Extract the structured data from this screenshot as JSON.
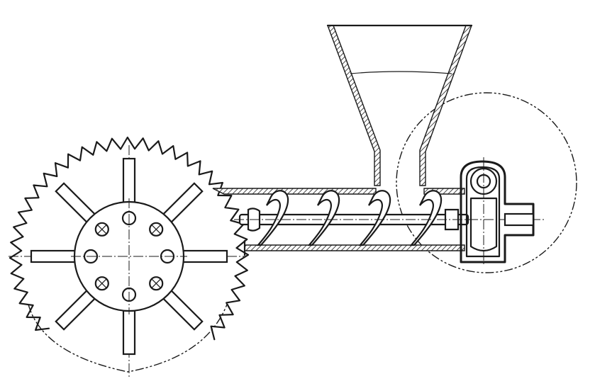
{
  "drawing": {
    "ink_color": "#1a1a1a",
    "paper_color": "#ffffff",
    "components": [
      {
        "id": "toothed-wheel",
        "icon": "gear-icon"
      },
      {
        "id": "wheel-hub",
        "icon": "hub-icon"
      },
      {
        "id": "wheel-spokes",
        "icon": "spoke-icon"
      },
      {
        "id": "screw-conveyor",
        "icon": "auger-icon"
      },
      {
        "id": "conveyor-tube",
        "icon": "tube-icon"
      },
      {
        "id": "feed-hopper",
        "icon": "hopper-icon"
      },
      {
        "id": "drive-housing",
        "icon": "housing-icon"
      },
      {
        "id": "drive-pulley-outline",
        "icon": "pulley-icon"
      }
    ],
    "gear": {
      "teeth": 48,
      "spokes": 8,
      "hub_bolts": 8
    }
  }
}
